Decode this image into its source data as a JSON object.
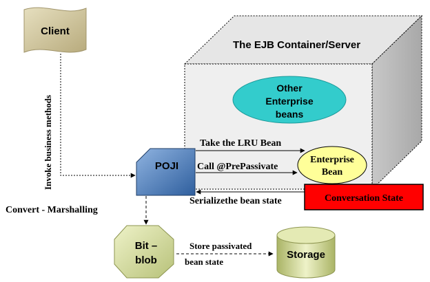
{
  "diagram": {
    "container_title": "The EJB Container/Server",
    "client_label": "Client",
    "invoke_label": "Invoke business methods",
    "poji_label": "POJI",
    "convert_label": "Convert - Marshalling",
    "other_beans_label": [
      "Other",
      "Enterprise",
      "beans"
    ],
    "take_lru_label": "Take the LRU Bean",
    "call_prepassivate_label": "Call @PrePassivate",
    "enterprise_bean_label": [
      "Enterprise",
      "Bean"
    ],
    "serialize_label": "Serializethe bean state",
    "conversation_state_label": "Conversation State",
    "bitblob_label": [
      "Bit –",
      "blob"
    ],
    "store_label": [
      "Store passivated",
      "bean state"
    ],
    "storage_label": "Storage"
  },
  "colors": {
    "client_fill": "#d9cfa7",
    "container_front": "#efefef",
    "container_top": "#e6e6e6",
    "container_side": "#bdbdbd",
    "other_beans_fill": "#33cccc",
    "enterprise_bean_fill": "#ffff99",
    "poji_fill": "#4a7ebb",
    "conversation_state_fill": "#ff0000",
    "bitblob_fill": "#d6df9b",
    "storage_fill": "#d6df9b"
  }
}
